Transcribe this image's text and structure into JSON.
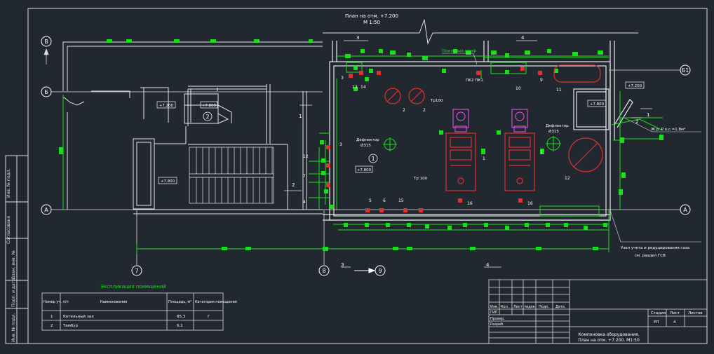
{
  "title": {
    "line1": "План на отм. +7.200",
    "line2": "М 1:50"
  },
  "side_stamp": {
    "items": [
      "Согласовано",
      "Взам. инв. №",
      "Подп. и дата",
      "Инв. № подл."
    ]
  },
  "grid_axes": {
    "letters": [
      "В",
      "Б",
      "А",
      "А",
      "Б1"
    ],
    "numbers": [
      "7",
      "8",
      "9"
    ]
  },
  "levels": [
    "+7.200",
    "+7.800",
    "+7.800",
    "+7.200",
    "+7.800",
    "+7.800"
  ],
  "room_numbers": [
    "1",
    "2"
  ],
  "dimensions": [
    "3",
    "4",
    "3",
    "4",
    "1",
    "2",
    "1",
    "2"
  ],
  "equipment_labels": {
    "fire_cabinet": "Пожарный шкаф",
    "pk": "ПК2  ПК1",
    "tr100_top": "Тр100",
    "tr100_mid": "Тр 100",
    "deflector_left": "Дефлектор",
    "deflector_left_size": "Ø315",
    "deflector_right": "Дефлектор",
    "deflector_right_size": "Ø315",
    "vent_note": "Ж.р. Р.о.с.=1.8м²",
    "gas_unit": "Узел учета и редуцирования газа",
    "gas_unit_ref": "см. раздел ГСВ"
  },
  "callouts": [
    "3",
    "13",
    "14",
    "2",
    "2",
    "1",
    "1",
    "10",
    "9",
    "11",
    "12",
    "7",
    "4",
    "3",
    "5",
    "6",
    "15",
    "16",
    "16",
    "12"
  ],
  "explication": {
    "title": "Экспликация помещений",
    "headers": [
      "Номер уч. п/п",
      "Наименование",
      "Площадь, м²",
      "Категория помещения"
    ],
    "rows": [
      [
        "1",
        "Котельный зал",
        "85,3",
        "Г"
      ],
      [
        "2",
        "Тамбур",
        "6,1",
        ""
      ]
    ]
  },
  "title_block": {
    "cols": [
      "Изм.",
      "Кол.",
      "Лист",
      "№док.",
      "Подп.",
      "Дата"
    ],
    "roles": [
      "ГИП",
      "Провер.",
      "Разраб."
    ],
    "stage_headers": [
      "Стадия",
      "Лист",
      "Листов"
    ],
    "stage_values": [
      "РП",
      "4",
      ""
    ],
    "sheet_title_1": "Компоновка оборудования.",
    "sheet_title_2": "План на отм. +7.200.  М1:50"
  },
  "colors": {
    "background": "#212830",
    "line": "#e8e8e8",
    "green": "#18e018",
    "red": "#e23030",
    "magenta": "#ee55ee"
  }
}
